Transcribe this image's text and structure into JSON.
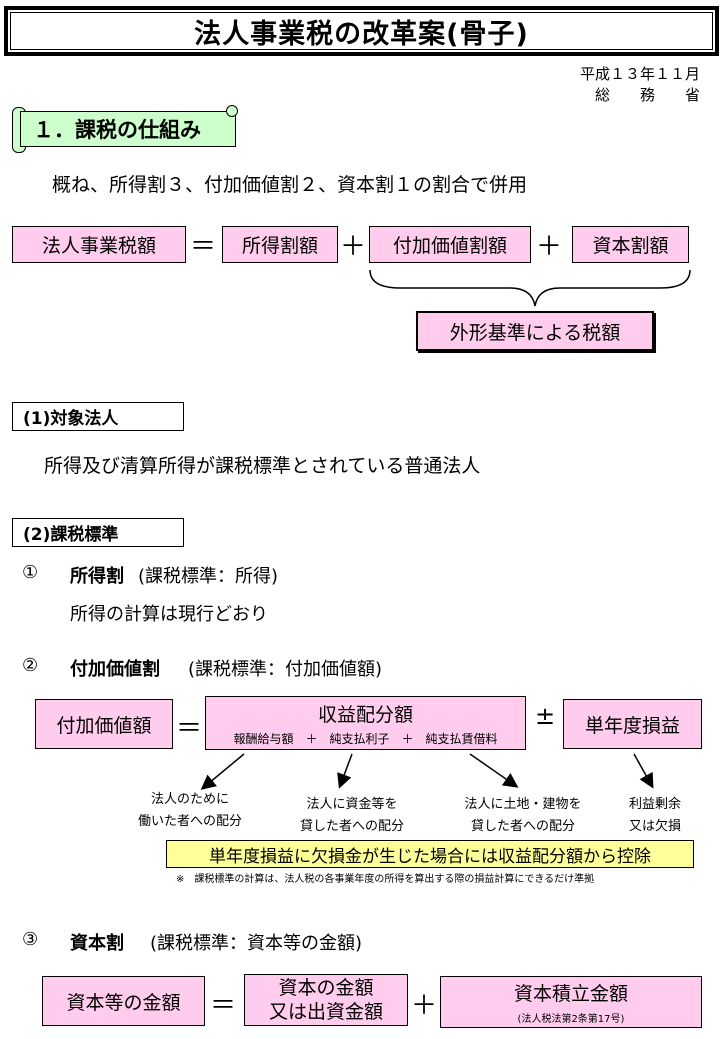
{
  "title": "法人事業税の改革案(骨子)",
  "date": "平成１３年１１月",
  "issuer": "総　　務　　省",
  "section1": {
    "heading": "１．課税の仕組み",
    "lead": "概ね、所得割３、付加価値割２、資本割１の割合で併用",
    "formula": {
      "lhs": "法人事業税額",
      "eq": "＝",
      "term1": "所得割額",
      "plus1": "＋",
      "term2": "付加価値割額",
      "plus2": "＋",
      "term3": "資本割額",
      "bracket_label": "外形基準による税額"
    }
  },
  "subject": {
    "heading": "(1)対象法人",
    "text": "所得及び清算所得が課税標準とされている普通法人"
  },
  "base": {
    "heading": "(2)課税標準",
    "item1": {
      "num": "①",
      "name": "所得割",
      "paren": "(課税標準：所得)",
      "desc": "所得の計算は現行どおり"
    },
    "item2": {
      "num": "②",
      "name": "付加価値割",
      "paren": "(課税標準：付加価値額)",
      "lhs": "付加価値額",
      "eq": "＝",
      "box_title": "収益配分額",
      "box_sub": "報酬給与額　＋　純支払利子　＋　純支払賃借料",
      "pm": "±",
      "rhs": "単年度損益",
      "notes": [
        {
          "line1": "法人のために",
          "line2": "働いた者への配分"
        },
        {
          "line1": "法人に資金等を",
          "line2": "貸した者への配分"
        },
        {
          "line1": "法人に土地・建物を",
          "line2": "貸した者への配分"
        },
        {
          "line1": "利益剰余",
          "line2": "又は欠損"
        }
      ],
      "highlight": "単年度損益に欠損金が生じた場合には収益配分額から控除",
      "footnote": "※　課税標準の計算は、法人税の各事業年度の所得を算出する際の損益計算にできるだけ準拠"
    },
    "item3": {
      "num": "③",
      "name": "資本割",
      "paren": "(課税標準：資本等の金額)",
      "lhs": "資本等の金額",
      "eq": "＝",
      "term1_l1": "資本の金額",
      "term1_l2": "又は出資金額",
      "plus": "＋",
      "term2": "資本積立金額",
      "term2_sub": "(法人税法第2条第17号)"
    }
  }
}
